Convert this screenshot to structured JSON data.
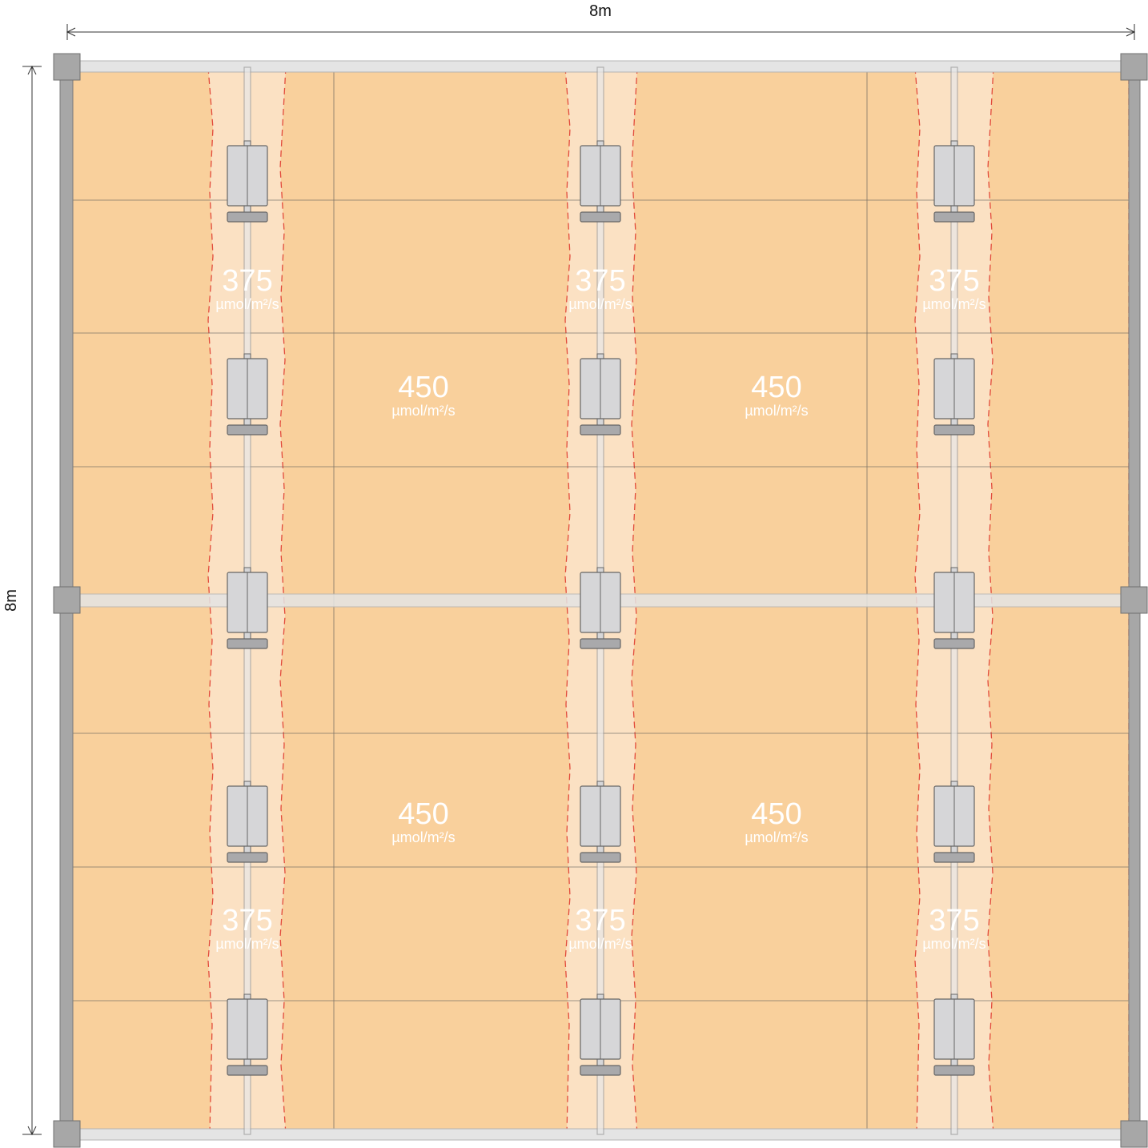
{
  "dimensions": {
    "width_label": "8m",
    "height_label": "8m"
  },
  "zones": {
    "high": {
      "value": "450",
      "unit": "µmol/m²/s"
    },
    "low": {
      "value": "375",
      "unit": "µmol/m²/s"
    }
  },
  "colors": {
    "zone_high": "#f9d09c",
    "zone_low": "#fbe1c3",
    "frame": "#a0a0a0",
    "boundary": "#e24a3b",
    "fixture_body": "#d6d6d8",
    "fixture_outline": "#666666"
  },
  "fixtures": {
    "columns": 3,
    "rows": 5
  }
}
